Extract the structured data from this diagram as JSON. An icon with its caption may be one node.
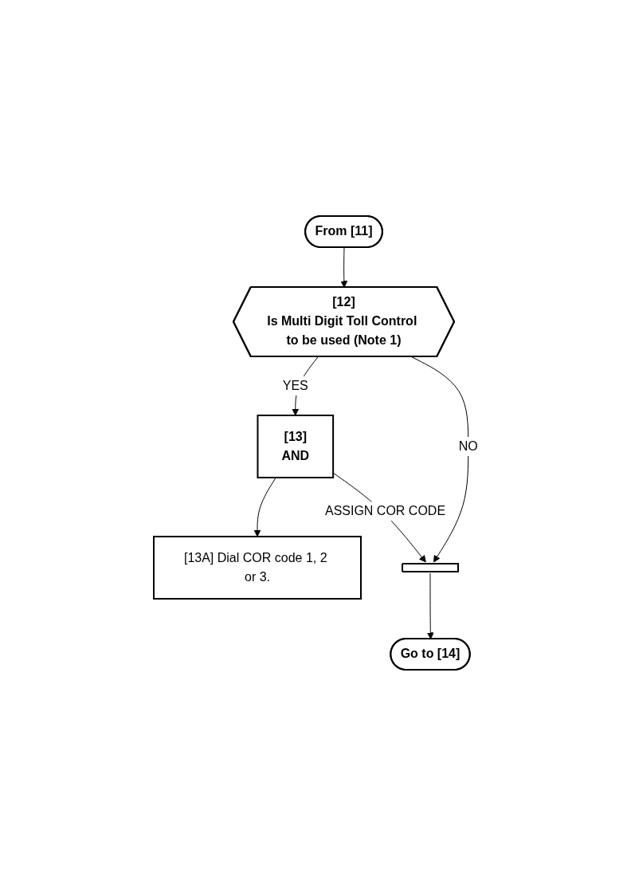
{
  "diagram": {
    "nodes": [
      {
        "text": [
          "From [11]"
        ]
      },
      {
        "text": [
          "[12]",
          "Is Multi Digit Toll Control to be used (Note 1)"
        ]
      },
      {
        "text": [
          "[13]",
          "AND"
        ]
      },
      {
        "text": [
          "[13A] Dial COR code 1, 2 or 3."
        ]
      },
      {
        "text": [],
        "shape": "bar"
      },
      {
        "text": [
          "Go to [14]"
        ]
      }
    ],
    "edges": [
      {
        "from": 0,
        "to": 1,
        "arrow": "to"
      },
      {
        "from": 1,
        "to": 2,
        "label": "YES",
        "arrow": "to"
      },
      {
        "from": 1,
        "to": 4,
        "label": "NO",
        "arrow": "to"
      },
      {
        "from": 2,
        "to": 3,
        "arrow": "to"
      },
      {
        "from": 2,
        "to": 4,
        "label": "ASSIGN COR CODE",
        "arrow": "to"
      },
      {
        "from": 4,
        "to": 5,
        "arrow": "to"
      }
    ]
  }
}
